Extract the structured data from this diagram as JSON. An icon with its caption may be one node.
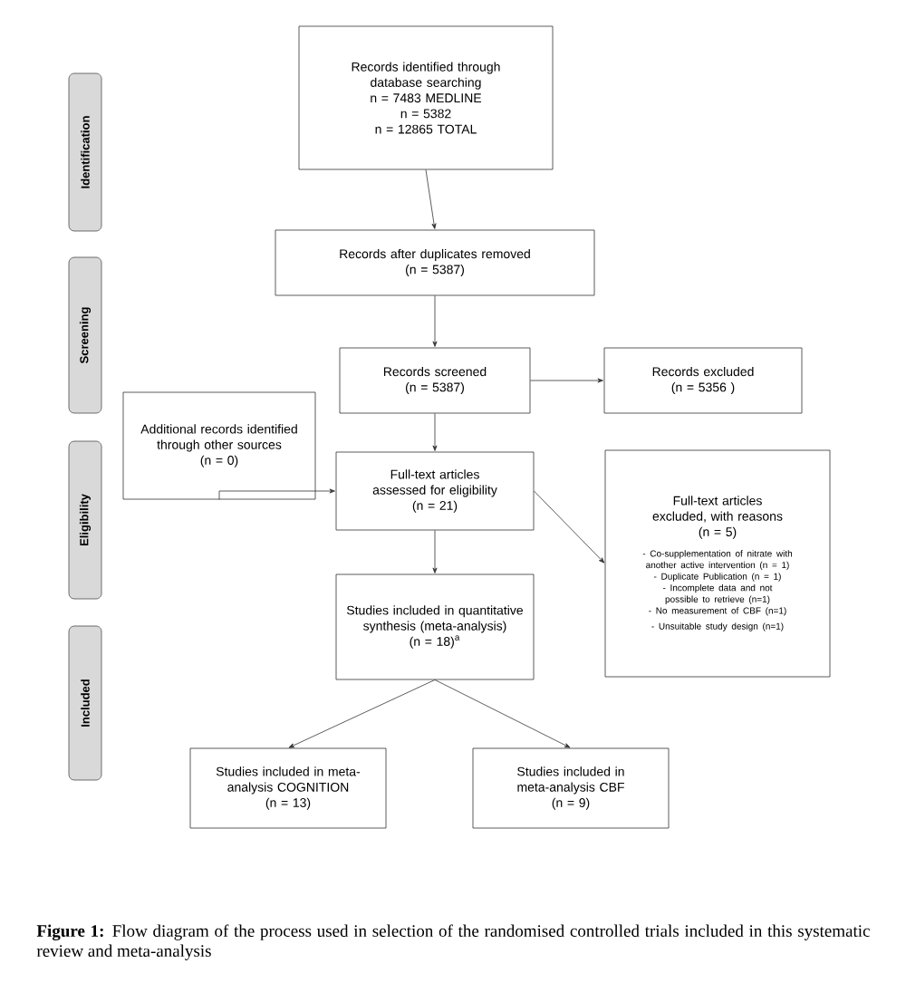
{
  "diagram": {
    "nodes": [
      {
        "text": [
          "Identification"
        ]
      },
      {
        "text": [
          "Screening"
        ]
      },
      {
        "text": [
          "Eligibility"
        ]
      },
      {
        "text": [
          "Included"
        ]
      },
      {
        "text": [
          "Records identified through database searching",
          "n = 7483 MEDLINE",
          "n = 5382",
          "n = 12865 TOTAL"
        ]
      },
      {
        "text": [
          "Records after duplicates removed",
          "(n = 5387)"
        ]
      },
      {
        "text": [
          "Records screened",
          "(n = 5387)"
        ]
      },
      {
        "text": [
          "Records excluded",
          "(n = 5356 )"
        ]
      },
      {
        "text": [
          "Additional records identified through other sources",
          "(n = 0)"
        ]
      },
      {
        "text": [
          "Full-text articles assessed for eligibility",
          "(n = 21)"
        ]
      },
      {
        "text": [
          "Full-text articles excluded, with reasons",
          "(n = 5)",
          "- Co-supplementation of nitrate with another active intervention (n = 1)",
          "- Duplicate Publication (n = 1)",
          "- Incomplete data and not possible to retrieve (n=1)",
          "- No measurement of CBF (n=1)",
          "- Unsuitable study design (n=1)"
        ]
      },
      {
        "text": [
          "Studies included in quantitative synthesis (meta-analysis)",
          "(n = 18)$^{a}$"
        ]
      },
      {
        "text": [
          "Studies included in meta-analysis COGNITION",
          "(n = 13)"
        ]
      },
      {
        "text": [
          "Studies included in meta-analysis CBF",
          "(n = 9)"
        ]
      }
    ],
    "edges": [
      {
        "from": 4,
        "to": 5,
        "arrow": "to"
      },
      {
        "from": 5,
        "to": 6,
        "arrow": "to"
      },
      {
        "from": 6,
        "to": 7,
        "arrow": "to"
      },
      {
        "from": 6,
        "to": 9,
        "arrow": "to"
      },
      {
        "from": 8,
        "to": 9,
        "arrow": "to"
      },
      {
        "from": 9,
        "to": 10,
        "arrow": "to"
      },
      {
        "from": 9,
        "to": 11,
        "arrow": "to"
      },
      {
        "from": 11,
        "to": 12,
        "arrow": "to"
      },
      {
        "from": 11,
        "to": 13,
        "arrow": "to"
      }
    ],
    "caption": "**Figure 1:** Flow diagram of the process used in selection of the randomised controlled trials included in this systematic review and meta-analysis"
  }
}
